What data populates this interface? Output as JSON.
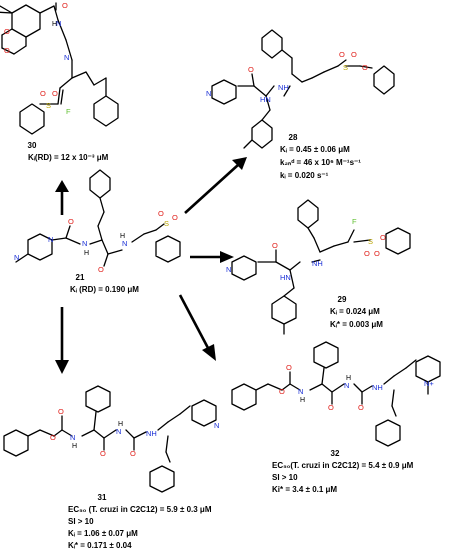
{
  "compounds": {
    "c30": {
      "id": "30",
      "props": [
        "Kᵢ(RD) = 12 x 10⁻³ μM"
      ]
    },
    "c28": {
      "id": "28",
      "props": [
        "Kᵢ = 0.45 ± 0.06 μM",
        "k₂ₙᵈ = 46 x 10⁶ M⁻¹s⁻¹",
        "kᵢ = 0.020 s⁻¹"
      ]
    },
    "c21": {
      "id": "21",
      "props": [
        "Kᵢ (RD) = 0.190 μM"
      ]
    },
    "c29": {
      "id": "29",
      "props": [
        "Kᵢ = 0.024 μM",
        "Kᵢ* = 0.003 μM"
      ]
    },
    "c32": {
      "id": "32",
      "props": [
        "EC₅₀(T. cruzi in C2C12) = 5.4 ± 0.9 μM",
        "SI > 10",
        "Ki* = 3.4 ± 0.1 μM"
      ]
    },
    "c31": {
      "id": "31",
      "props": [
        "EC₅₀ (T. cruzi in C2C12)  = 5.9 ± 0.3 μM",
        "SI > 10",
        "Kᵢ = 1.06 ± 0.07 μM",
        "Kᵢ* = 0.171 ± 0.04"
      ]
    }
  },
  "atoms": {
    "O": "O",
    "N": "N",
    "S": "S",
    "F": "F",
    "NH": "NH",
    "H": "H",
    "HN": "HN",
    "N_plus": "N+"
  }
}
